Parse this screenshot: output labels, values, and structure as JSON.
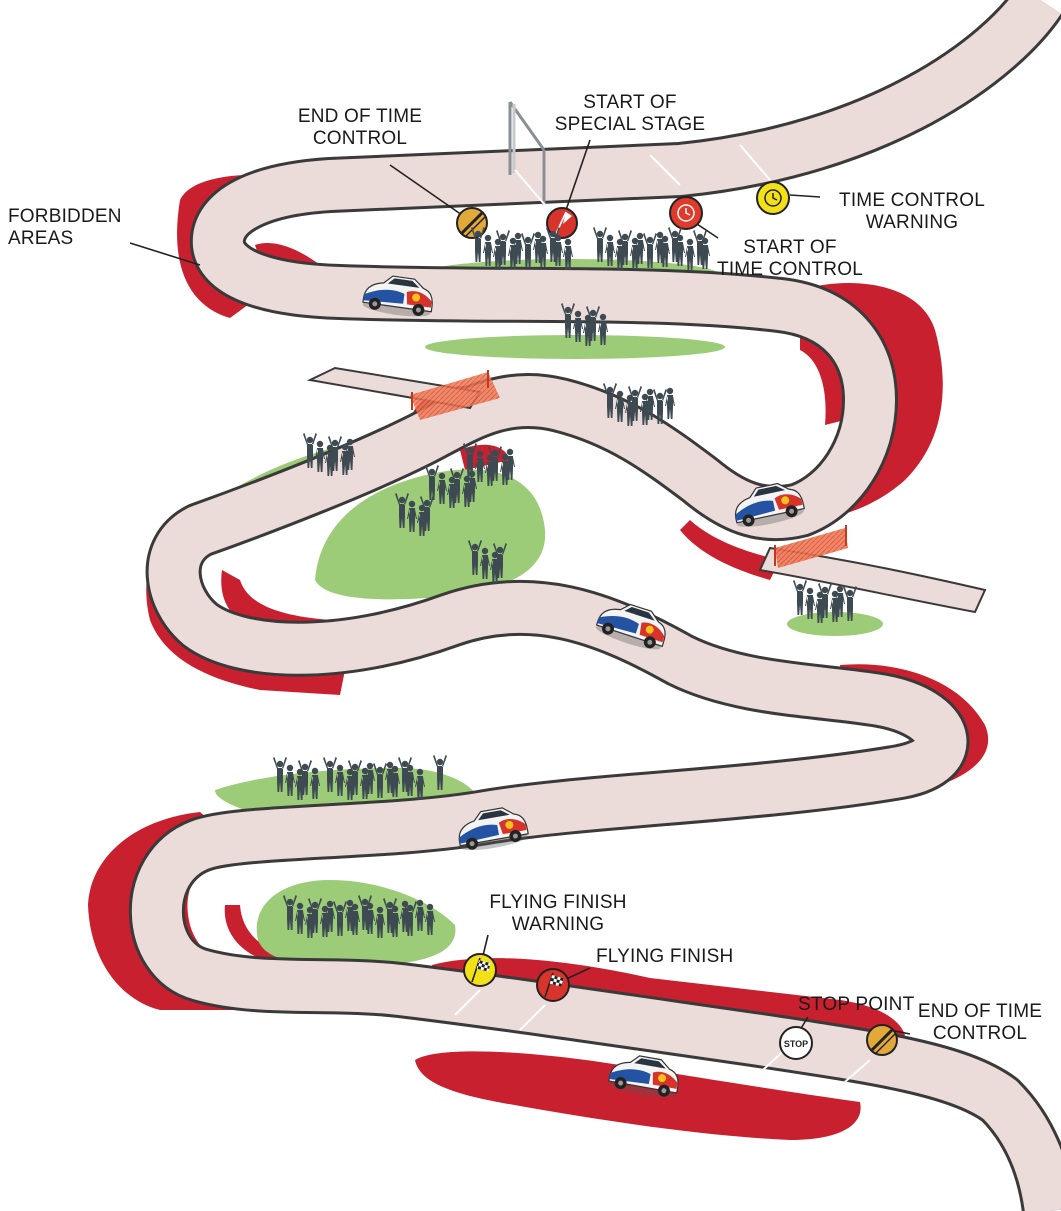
{
  "labels": {
    "end_time_control_top": "END OF TIME\nCONTROL",
    "start_special_stage": "START OF\nSPECIAL STAGE",
    "forbidden_areas": "FORBIDDEN\nAREAS",
    "time_control_warning": "TIME CONTROL\nWARNING",
    "start_time_control": "START OF\nTIME CONTROL",
    "flying_finish_warning": "FLYING FINISH\nWARNING",
    "flying_finish": "FLYING FINISH",
    "stop_point": "STOP POINT",
    "end_time_control_bottom": "END OF TIME\nCONTROL",
    "stop_sign_text": "STOP"
  },
  "colors": {
    "road": "#ecdcd9",
    "road_edge": "#3a3a3a",
    "forbidden": "#c8202f",
    "spectator_area": "#9dcc78",
    "spectator": "#3e4a52",
    "sign_end_control": "#e2a93a",
    "sign_special_stage": "#d9342b",
    "sign_start_control": "#e03a2c",
    "sign_warning": "#f4e017",
    "sign_stop": "#ffffff",
    "tape": "#ec6b4a",
    "car_body": "#f4f4f4",
    "car_blue": "#2553a3",
    "car_red": "#d8332b",
    "car_yellow": "#f3c418"
  },
  "icons": [
    "end-time-control-sign-icon",
    "special-stage-flag-sign-icon",
    "start-time-control-clock-sign-icon",
    "time-control-warning-clock-sign-icon",
    "flying-finish-warning-flag-sign-icon",
    "flying-finish-flag-sign-icon",
    "stop-sign-icon",
    "rally-car-icon",
    "spectators-icon",
    "barrier-tape-icon"
  ]
}
